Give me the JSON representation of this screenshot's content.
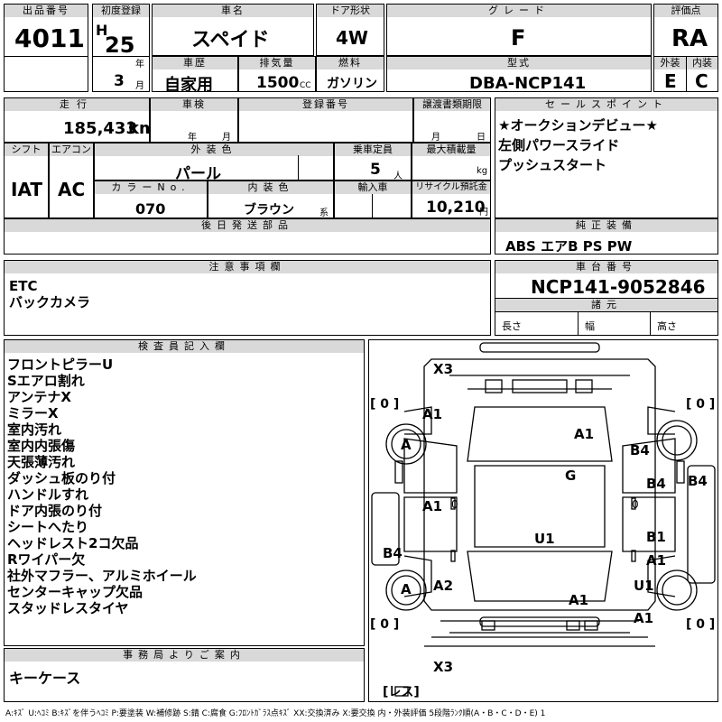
{
  "labels": {
    "lot_number": "出品番号",
    "first_reg": "初度登録",
    "car_name": "車名",
    "door_type": "ドア形状",
    "grade": "グレード",
    "score": "評価点",
    "year_unit": "年",
    "month_unit": "月",
    "history": "車歴",
    "displacement": "排気量",
    "fuel": "燃料",
    "model_code": "型式",
    "exterior": "外装",
    "interior": "内装",
    "mileage": "走行",
    "inspection": "車検",
    "registration_no": "登録番号",
    "transfer_deadline": "譲渡書類期限",
    "inspection_year": "年",
    "inspection_month": "月",
    "deadline_month": "月",
    "deadline_day": "日",
    "shift": "シフト",
    "aircon": "エアコン",
    "ext_color": "外装色",
    "capacity": "乗車定員",
    "max_load": "最大積載量",
    "capacity_unit": "人",
    "load_unit": "kg",
    "color_no": "カラーNo.",
    "int_color": "内装色",
    "int_color_suffix": "系",
    "import": "輸入車",
    "recycle": "リサイクル預託金",
    "recycle_unit": "円",
    "later_parts": "後日発送部品",
    "sales_points": "セールスポイント",
    "equipment": "純正装備",
    "notes": "注意事項欄",
    "chassis_no": "車台番号",
    "specs": "諸元",
    "length": "長さ",
    "width": "幅",
    "height": "高さ",
    "inspector": "検査員記入欄",
    "office": "事務局よりご案内",
    "cc": "CC"
  },
  "vehicle": {
    "lot_number": "4011",
    "era": "H",
    "year": "25",
    "month": "3",
    "car_name": "スペイド",
    "door_type": "4W",
    "grade": "F",
    "score": "RA",
    "history": "自家用",
    "displacement": "1500",
    "fuel": "ガソリン",
    "model_code": "DBA-NCP141",
    "exterior_score": "E",
    "interior_score": "C",
    "mileage": "185,433",
    "mileage_unit": "km",
    "shift": "IAT",
    "aircon": "AC",
    "ext_color": "パール",
    "capacity": "5",
    "color_no": "070",
    "int_color": "ブラウン",
    "recycle": "10,210",
    "chassis_no": "NCP141-9052846",
    "equipment": "ABS エアB PS PW"
  },
  "sales_points": [
    "★オークションデビュー★",
    "左側パワースライド",
    "プッシュスタート"
  ],
  "notes": [
    "ETC",
    "バックカメラ"
  ],
  "inspector_remarks": [
    "フロントピラーU",
    "Sエアロ割れ",
    "アンテナX",
    "ミラーX",
    "室内汚れ",
    "室内内張傷",
    "天張薄汚れ",
    "ダッシュ板のり付",
    "ハンドルすれ",
    "ドア内張のり付",
    "シートへたり",
    "ヘッドレスト2コ欠品",
    "Rワイパー欠",
    "社外マフラー、アルミホイール",
    "センターキャップ欠品",
    "スタッドレスタイヤ"
  ],
  "office_note": "キーケース",
  "diagram": {
    "tire_counts": [
      "[ 0 ]",
      "[ 0 ]",
      "[ 0 ]",
      "[ 0 ]"
    ],
    "tire_spare": "[レス]",
    "wheel_a": "A",
    "marks": {
      "front_x3": "X3",
      "rear_x3": "X3",
      "fl_a1": "A1",
      "hood_a1": "A1",
      "fr_b4": "B4",
      "roof_g": "G",
      "r_door_b4": "B4",
      "r_side_b4": "B4",
      "l_door_a1": "A1",
      "floor_u1": "U1",
      "r_rdoor_b1": "B1",
      "r_rdoor_a1": "A1",
      "l_side_b4": "B4",
      "l_rear_a2": "A2",
      "r_rear_u1": "U1",
      "trunk_a1": "A1",
      "rr_a1": "A1",
      "zero_left": "0",
      "zero_right": "0"
    }
  },
  "legend": "A:ｷｽﾞ U:ﾍｺﾐ B:ｷｽﾞを伴うﾍｺﾐ P:要塗装 W:補修跡 S:錆 C:腐食 G:ﾌﾛﾝﾄｶﾞﾗｽ点ｷｽﾞ XX:交換済み X:要交換 内・外装評価 5段階ﾗﾝｸ順(A・B・C・D・E) 1"
}
